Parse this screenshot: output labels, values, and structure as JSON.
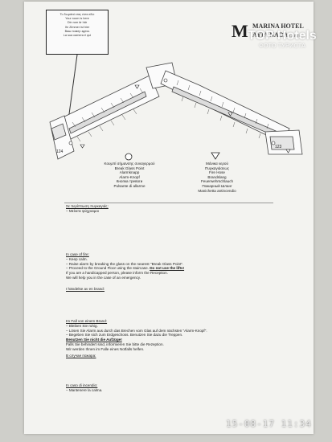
{
  "you_are_here": {
    "lines": [
      "Το δωμάτιό σας είναι εδώ",
      "Your room is here",
      "Din rum är här",
      "Ihr Zimmer ist hier",
      "Ваш номер здесь",
      "La sua camera è qui"
    ]
  },
  "hotel_logo": {
    "hotel_name": "MARINA HOTEL",
    "location": "AYIA NADA",
    "region": "CRETE",
    "mark": "M"
  },
  "floor_plan": {
    "stairs_labels": [
      "124",
      "123"
    ]
  },
  "legend": {
    "break_glass": {
      "lines": [
        "Κουμπί σήμανσης συναγερμού",
        "Break Glass Point",
        "Alarmknapp",
        "Alarm-Knopf",
        "Кнопка тревоги",
        "Pulsante di allarme"
      ]
    },
    "fire_hose": {
      "lines": [
        "Μάνικα νερού",
        "Πυρκαγιάσεως",
        "Fire Hose",
        "Brandslang",
        "Feuerwehrschlauch",
        "Пожарный Шланг",
        "Manichetta antincendio"
      ]
    }
  },
  "instructions": {
    "greek_heading": "Σε περίπτωση πυρκαγιάς:",
    "greek_lines": [
      "– Μείνετε ψύχραιμοι"
    ],
    "english_heading": "In case of fire:",
    "english_lines": [
      "– Keep calm.",
      "– Raise alarm by breaking the glass on the nearest \"Break Glass Point\".",
      "– Proceed to the Ground Floor using the staircase."
    ],
    "english_bold": "Do not use the lifts!",
    "english_after": [
      "If you are a handicapped person, please inform the Reception.",
      "We will help you in the case of an emergency."
    ],
    "swedish_heading": "I händelse av en brand:",
    "german_heading": "Im Fall von einem Brand:",
    "german_lines": [
      "– Bleiben Sie ruhig.",
      "– Lösen Sie Alarm aus durch das Brechen vom Glas auf dem nächsten \"Alarm-Knopf\".",
      "– Begeben Sie sich zum Erdgeschoss. Benutzen Sie dazu die Treppen."
    ],
    "german_bold": "Benutzen Sie nicht die Aufzüge!",
    "german_after": [
      "Falls Sie behindert sind, informieren Sie bitte die Rezeption.",
      "Wir werden Ihnen im Falle eines Notfalls helfen."
    ],
    "russian_heading": "В случае пожара:",
    "italian_heading": "In caso di incendio:",
    "italian_lines": [
      "– Mantenere la calma."
    ]
  },
  "photo_timestamp": "15-08-17 11:34",
  "watermark": {
    "brand": "TOP Hotels",
    "subtitle": "ФОТО ТУРИСТА"
  }
}
